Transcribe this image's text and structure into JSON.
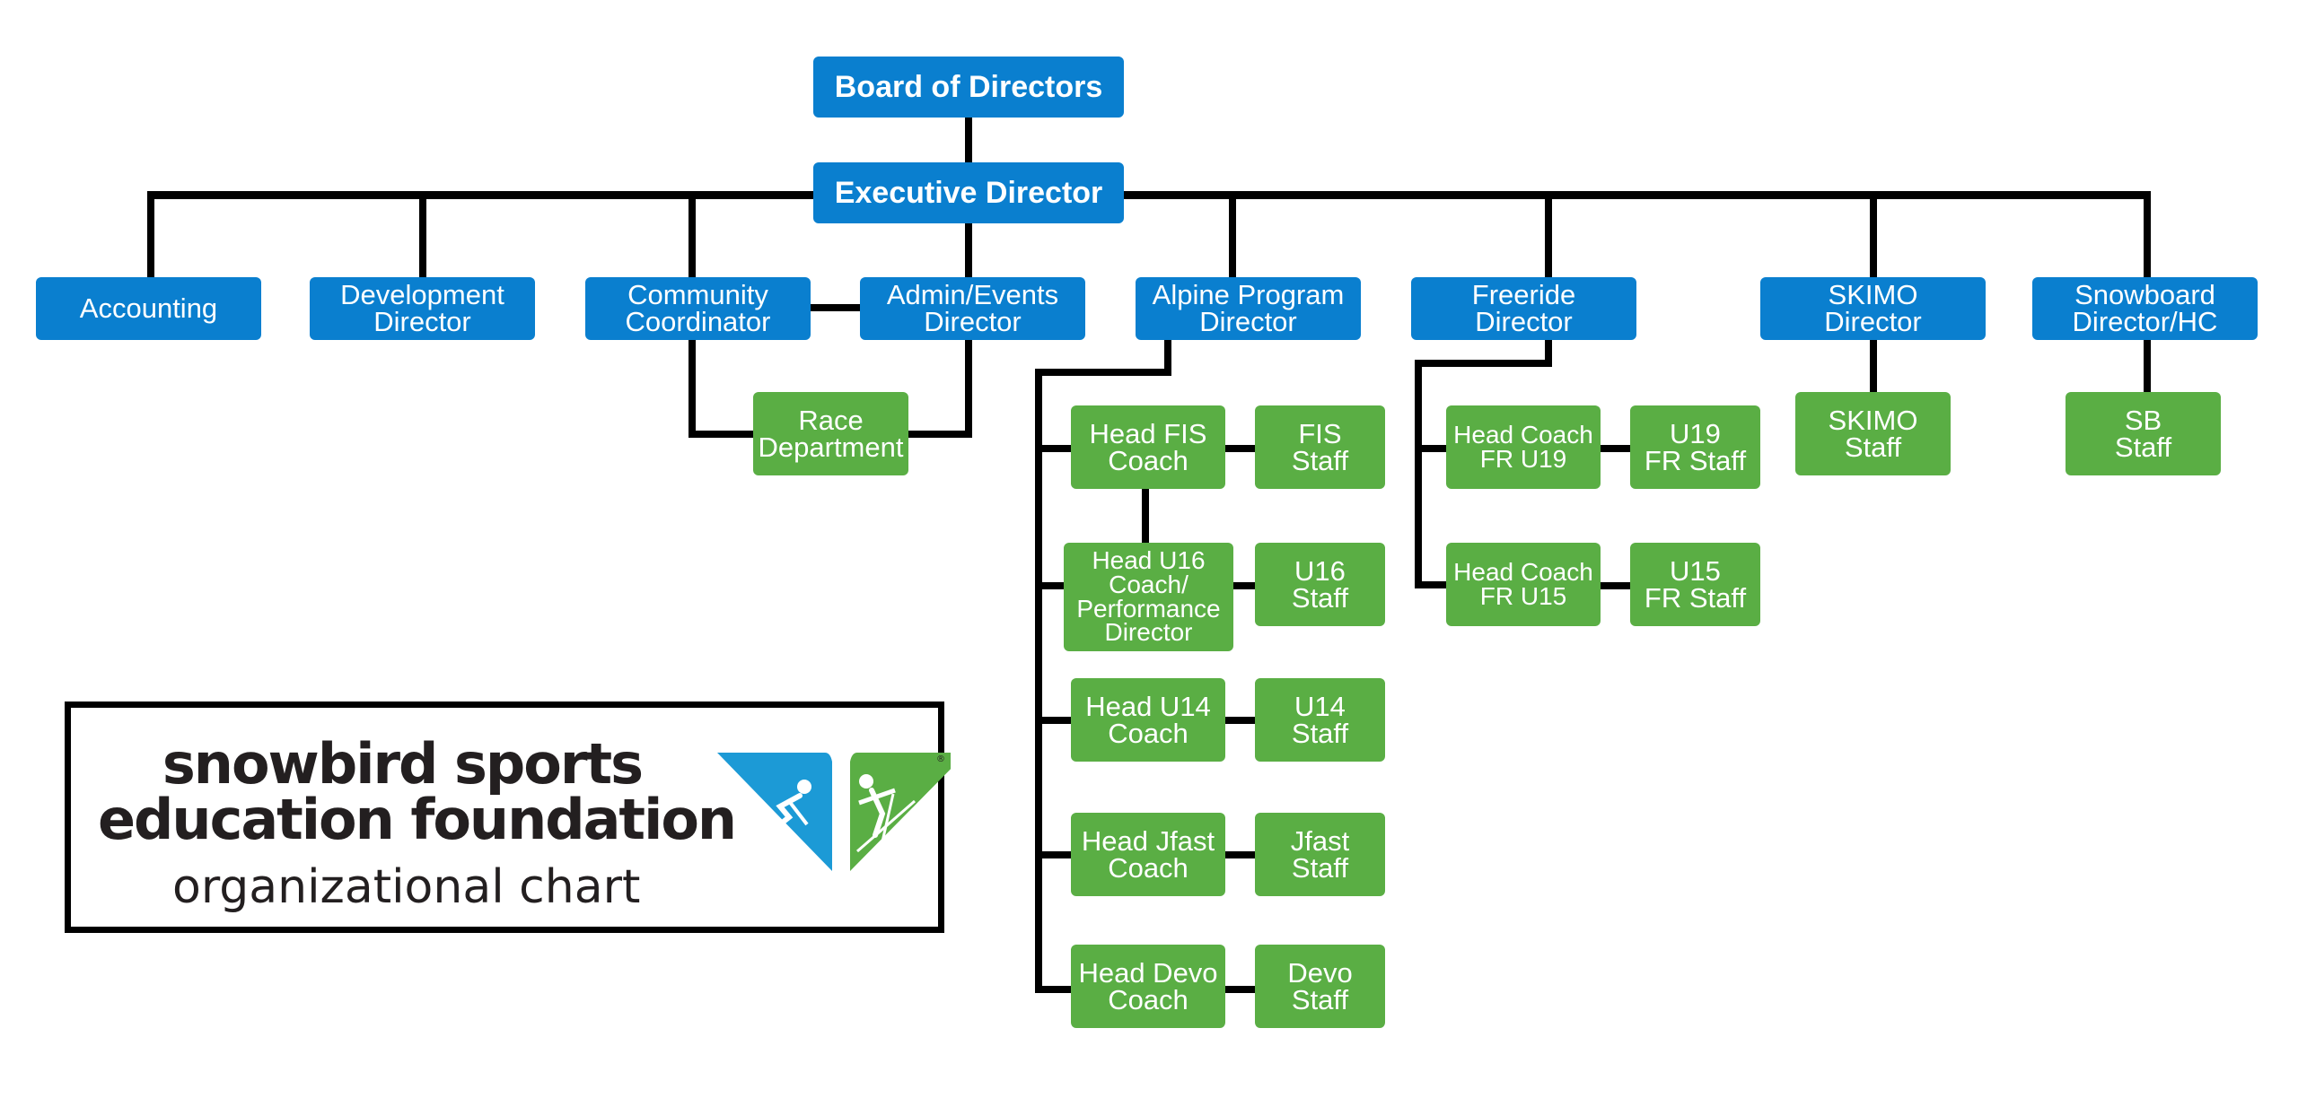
{
  "nodes": {
    "board": "Board of Directors",
    "executive": "Executive Director",
    "accounting": "Accounting",
    "development": "Development\nDirector",
    "community": "Community\nCoordinator",
    "admin_events": "Admin/Events\nDirector",
    "race": "Race\nDepartment",
    "alpine": "Alpine Program\nDirector",
    "freeride": "Freeride\nDirector",
    "skimo": "SKIMO\nDirector",
    "snowboard": "Snowboard\nDirector/HC",
    "head_fis": "Head FIS\nCoach",
    "fis_staff": "FIS\nStaff",
    "head_u16": "Head U16\nCoach/\nPerformance\nDirector",
    "u16_staff": "U16\nStaff",
    "head_u14": "Head U14\nCoach",
    "u14_staff": "U14\nStaff",
    "head_jfast": "Head Jfast\nCoach",
    "jfast_staff": "Jfast\nStaff",
    "head_devo": "Head Devo\nCoach",
    "devo_staff": "Devo\nStaff",
    "head_fr_u19": "Head Coach\nFR U19",
    "u19_fr_staff": "U19\nFR Staff",
    "head_fr_u15": "Head Coach\nFR U15",
    "u15_fr_staff": "U15\nFR Staff",
    "skimo_staff": "SKIMO\nStaff",
    "sb_staff": "SB\nStaff"
  },
  "logo": {
    "line1": "snowbird sports",
    "line2": "education foundation",
    "subtitle": "organizational chart",
    "registered_mark": "®"
  },
  "colors": {
    "blue_box": "#0a7fcf",
    "green_box": "#5aae44",
    "connector": "#000000",
    "logo_blue": "#1c9ad6",
    "logo_green": "#5aae44",
    "logo_text": "#231f20"
  },
  "icons": [
    "skier-icon",
    "snowboarder-icon"
  ]
}
